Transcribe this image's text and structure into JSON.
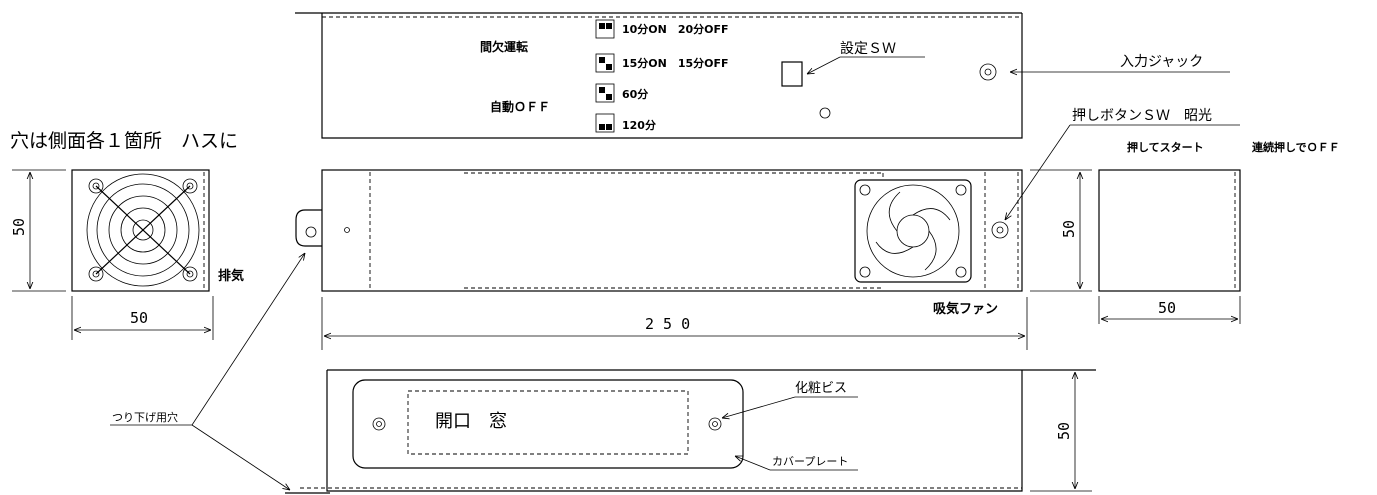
{
  "top_panel": {
    "intermittent_label": "間欠運転",
    "opt1": "10分ON　20分OFF",
    "opt2": "15分ON　15分OFF",
    "auto_off_label": "自動ＯＦＦ",
    "opt3": "60分",
    "opt4": "120分",
    "setting_sw": "設定ＳＷ",
    "input_jack": "入力ジャック",
    "push_button": "押しボタンＳＷ　昭光",
    "press_start": "押してスタート",
    "continuous_off": "連続押しでＯＦＦ"
  },
  "notes": {
    "holes": "穴は側面各１箇所　ハスに",
    "exhaust": "排気",
    "intake_fan": "吸気ファン",
    "hanging_hole": "つり下げ用穴",
    "deco_screw": "化粧ビス",
    "cover_plate": "カバープレート",
    "opening_window": "開口　窓"
  },
  "dimensions": {
    "left_height": "50",
    "left_width": "50",
    "length": "2 5 0",
    "right_height": "50",
    "right_width": "50",
    "bottom_height": "50"
  }
}
